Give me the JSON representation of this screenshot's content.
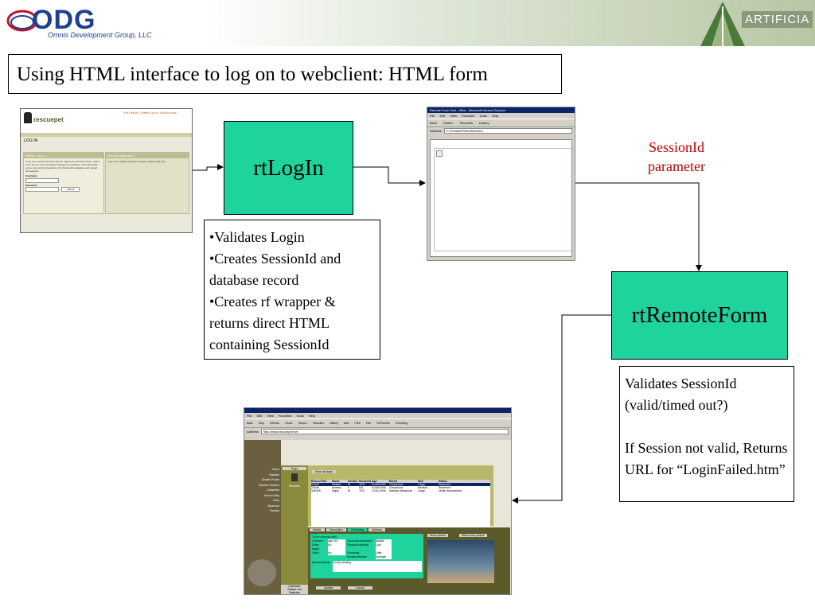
{
  "header": {
    "logo_text": "ODG",
    "logo_subtitle": "Omnis Development Group, LLC",
    "partner_logo": "ARTIFICIA"
  },
  "title": "Using HTML interface to log on to webclient: HTML form",
  "nodes": {
    "rtlogin": "rtLogIn",
    "rtremoteform": "rtRemoteForm"
  },
  "notes": {
    "rtlogin": "•Validates Login\n•Creates SessionId and database record\n•Creates rf wrapper & returns direct HTML containing SessionId",
    "rtremoteform": "Validates SessionId (valid/timed out?)\n\nIf Session not valid, Returns URL for “LoginFailed.htm”"
  },
  "edge_labels": {
    "sessionid": "SessionId\nparameter"
  },
  "login_page": {
    "brand": "rescuepet",
    "top_links": "Pet Search | Shelter Log In | User Account",
    "heading": "LOG IN",
    "left_panel_title": "Shelter Log In",
    "left_panel_text": "If you are a shelter that has already registered with RescuePet, please log in here to use the Shelter Management software. This will enable you to enter animal details into the RescuePet database and upload photographs.",
    "username_label": "Username",
    "password_label": "Password",
    "submit_label": "Submit",
    "right_panel_title": "Not yet registered?",
    "right_panel_text": "If you are a shelter wishing to register please click here"
  },
  "browser_blank": {
    "title": "Remote Form Test - rffirst - Microsoft Internet Explorer",
    "menu": [
      "File",
      "Edit",
      "View",
      "Favorites",
      "Tools",
      "Help"
    ],
    "toolbar": [
      "Back",
      "Search",
      "Favorites",
      "History"
    ],
    "address_label": "Address",
    "address": "F:\\Omnis\\HTML\\rftest.htm"
  },
  "browser_app": {
    "menu": [
      "File",
      "Edit",
      "View",
      "Favorites",
      "Tools",
      "Help"
    ],
    "toolbar": [
      "Back",
      "Stop",
      "Refresh",
      "Home",
      "Search",
      "Favorites",
      "History",
      "Mail",
      "Print",
      "Edit",
      "Full Screen",
      "Encoding"
    ],
    "address_label": "Address",
    "address": "http://www.rescuepet.net",
    "nav_items": [
      "Home",
      "Shelters",
      "Shelter Finder",
      "Member Rescue",
      "Subscribe",
      "How to Help",
      "Links",
      "Sponsors",
      "Contact"
    ],
    "side_tabs": [
      "Dogs",
      "Welcome"
    ],
    "bottom_tabs": [
      "Database",
      "Shelter List",
      "Statistics"
    ],
    "show_all": "Show all dogs",
    "columns": [
      "Rescue Ref.",
      "Name",
      "Gender",
      "Neutered",
      "Age",
      "Breed",
      "Size",
      "Status"
    ],
    "rows": [
      [
        "12345",
        "Meister",
        "M",
        "YES",
        "01/05/1992",
        "Greyhound",
        "Large",
        "Reserved"
      ],
      [
        "23445",
        "Shelley",
        "F",
        "NO",
        "01/05/1995",
        "Greyhound",
        "Medium",
        "Reserved"
      ],
      [
        "345345",
        "Digby",
        "M",
        "YES",
        "01/01/1996",
        "Alaskan Malamute",
        "Large",
        "Under assessment"
      ]
    ],
    "detail_tabs": [
      "Details",
      "Description",
      "Rehoming",
      "Address"
    ],
    "rehome_fields": {
      "header": "To be rehomed with:",
      "children_label": "Children?",
      "children_value": "Age 10+",
      "other_dogs_label": "Other dogs?",
      "other_dogs_value": "No",
      "cats_label": "Cats?",
      "cats_value": "No",
      "good_label": "Good with livestock?",
      "good_value": "Maybe",
      "exercise_label": "Physical exercise",
      "exercise_value": "Lots",
      "grooming_label": "Grooming",
      "grooming_value": "Little",
      "mental_label": "Mental exercise",
      "mental_value": "Average",
      "special_label": "Special Needs",
      "special_value": "Comfy bedding"
    },
    "show_picture": "Show picture",
    "select_picture": "Select new picture",
    "update_button": "Update",
    "cancel_button": "Cancel"
  },
  "colors": {
    "node_fill": "#1fd39d",
    "label_red": "#c00000",
    "logo_blue": "#1f3f8f"
  }
}
